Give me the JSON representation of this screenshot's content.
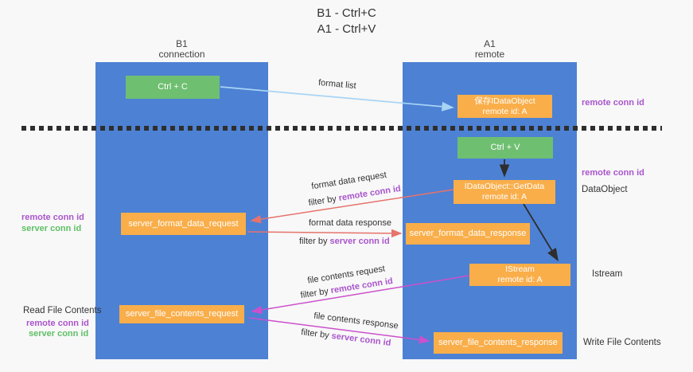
{
  "title": {
    "line1": "B1 - Ctrl+C",
    "line2": "A1 - Ctrl+V"
  },
  "lanes": {
    "left": {
      "header_line1": "B1",
      "header_line2": "connection"
    },
    "right": {
      "header_line1": "A1",
      "header_line2": "remote"
    }
  },
  "nodes": {
    "ctrl_c": "Ctrl + C",
    "ctrl_v": "Ctrl + V",
    "saved_dataobject": {
      "line1": "保存IDataObject",
      "line2": "remote id: A"
    },
    "getdata": {
      "line1": "IDataObject::GetData",
      "line2": "remote id: A"
    },
    "istream": {
      "line1": "IStream",
      "line2": "remote id: A"
    },
    "format_request": "server_format_data_request",
    "format_response": "server_format_data_response",
    "file_request": "server_file_contents_request",
    "file_response": "server_file_contents_response"
  },
  "arrow_labels": {
    "format_list": "format list",
    "format_data_request": "format data request",
    "format_data_response": "format data response",
    "file_contents_request": "file contents request",
    "file_contents_response": "file contents response",
    "filter_by": "filter by ",
    "remote_conn_id": "remote conn id",
    "server_conn_id": "server conn id"
  },
  "side_labels": {
    "remote_conn_id": "remote conn id",
    "server_conn_id": "server conn id",
    "dataobject": "DataObject",
    "istream": "Istream",
    "read_file_contents": "Read File Contents",
    "write_file_contents": "Write File Contents"
  },
  "colors": {
    "lane_blue": "#4d81d4",
    "node_orange": "#f9ae4a",
    "node_green": "#6fbf71",
    "arrow_light_blue": "#a8d4f4",
    "arrow_salmon": "#e6736c",
    "arrow_magenta": "#cc50cc",
    "arrow_black": "#2e2e2e",
    "label_purple": "#aa55cc",
    "label_green": "#5fbf66"
  }
}
